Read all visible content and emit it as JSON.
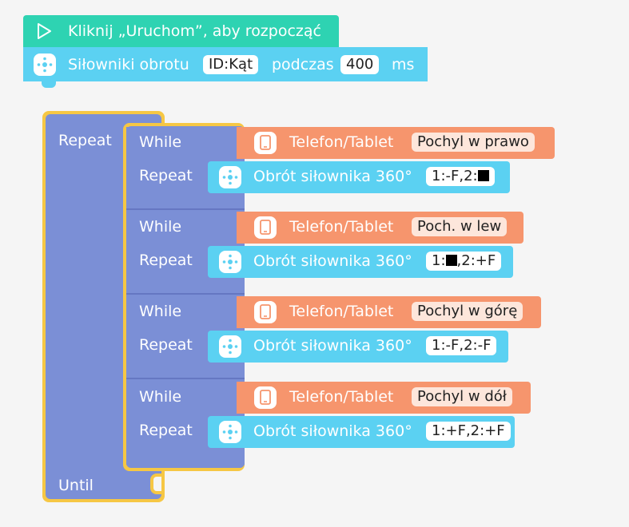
{
  "start_block": {
    "label": "Kliknij „Uruchom”, aby rozpocząć"
  },
  "rotation_block": {
    "label": "Siłowniki obrotu",
    "id_value": "ID:Kąt",
    "during_label": "podczas",
    "duration": "400",
    "unit": "ms"
  },
  "outer_loop": {
    "repeat_label": "Repeat",
    "until_label": "Until"
  },
  "while_blocks": [
    {
      "while_label": "While",
      "sensor_label": "Telefon/Tablet",
      "sensor_value": "Pochyl w prawo",
      "repeat_label": "Repeat",
      "action_label": "Obrót siłownika 360°",
      "value_a": "1:-F,2:",
      "value_b": ""
    },
    {
      "while_label": "While",
      "sensor_label": "Telefon/Tablet",
      "sensor_value": "Poch. w lew",
      "repeat_label": "Repeat",
      "action_label": "Obrót siłownika 360°",
      "value_a": "1:",
      "value_b": ",2:+F"
    },
    {
      "while_label": "While",
      "sensor_label": "Telefon/Tablet",
      "sensor_value": "Pochyl w górę",
      "repeat_label": "Repeat",
      "action_label": "Obrót siłownika 360°",
      "value_a": "1:-F,2:-F",
      "value_b": ""
    },
    {
      "while_label": "While",
      "sensor_label": "Telefon/Tablet",
      "sensor_value": "Pochyl w dół",
      "repeat_label": "Repeat",
      "action_label": "Obrót siłownika 360°",
      "value_a": "1:+F,2:+F",
      "value_b": ""
    }
  ],
  "colors": {
    "start": "#2ed3b2",
    "motor": "#5bd1f2",
    "loop": "#7b8fd6",
    "sensor": "#f6956d",
    "outline": "#f6c744"
  },
  "icons": {
    "start": "play-icon",
    "motor": "servo-icon",
    "sensor": "tablet-icon"
  }
}
